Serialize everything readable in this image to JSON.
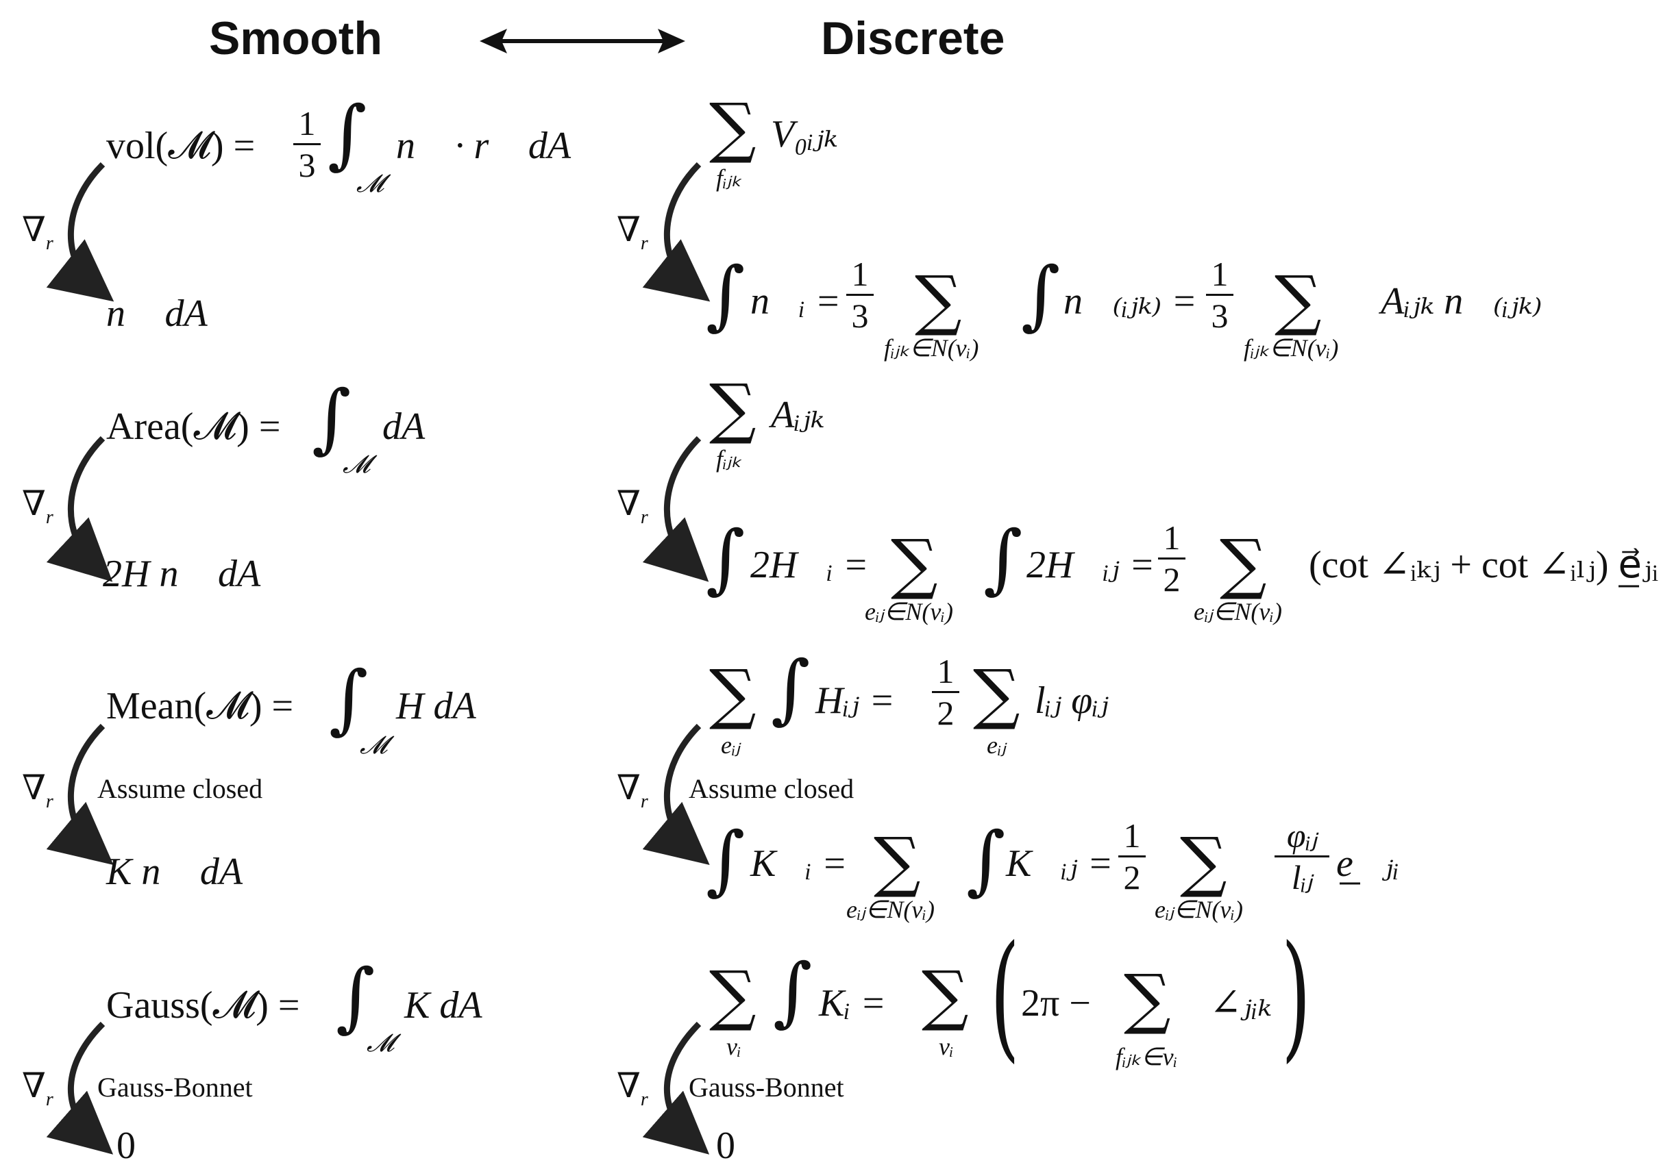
{
  "headers": {
    "smooth": "Smooth",
    "discrete": "Discrete"
  },
  "operator": {
    "symbol": "∇",
    "sub": "r⃗"
  },
  "notes": {
    "closed": "Assume closed",
    "gauss_bonnet": "Gauss-Bonnet"
  },
  "rows": {
    "vol": {
      "smooth_top": "vol(𝓜) = ",
      "smooth_top_tail": "n⃗ · r⃗ dA",
      "smooth_bottom": "n⃗ dA",
      "discrete_top": "V₀ᵢⱼₖ",
      "discrete_bottom_a": "n⃗ᵢ = ",
      "discrete_bottom_b": "n⃗₍ᵢⱼₖ₎ = ",
      "discrete_bottom_c": "Aᵢⱼₖ n⃗₍ᵢⱼₖ₎"
    },
    "area": {
      "smooth_top": "Area(𝓜) = ",
      "smooth_top_tail": "dA",
      "smooth_bottom": "2H n⃗ dA",
      "discrete_top": "Aᵢⱼₖ",
      "discrete_bottom_a": "2H⃗ᵢ = ",
      "discrete_bottom_b": "2H⃗ᵢⱼ = ",
      "discrete_bottom_c": "(cot ∠ᵢₖⱼ + cot ∠ᵢₗⱼ) e⃗ⱼᵢ"
    },
    "mean": {
      "smooth_top": "Mean(𝓜) = ",
      "smooth_top_tail": "H dA",
      "smooth_bottom": "K n⃗ dA",
      "discrete_top_a": "Hᵢⱼ = ",
      "discrete_top_b": "lᵢⱼ φᵢⱼ",
      "discrete_bottom_a": "K⃗ᵢ = ",
      "discrete_bottom_b": "K⃗ᵢⱼ = ",
      "discrete_bottom_c": "e⃗ⱼᵢ",
      "frac_num": "φᵢⱼ",
      "frac_den": "lᵢⱼ"
    },
    "gauss": {
      "smooth_top": "Gauss(𝓜) = ",
      "smooth_top_tail": "K dA",
      "smooth_bottom": "0",
      "discrete_top_a": "Kᵢ = ",
      "discrete_top_b": "2π − ",
      "discrete_top_c": "∠ⱼᵢₖ",
      "discrete_bottom": "0"
    }
  },
  "symbols": {
    "sum": "∑",
    "int": "∫",
    "one": "1",
    "two": "2",
    "three": "3",
    "lparen": "(",
    "rparen": ")"
  },
  "subscripts": {
    "M": "𝓜",
    "fijk": "fᵢⱼₖ",
    "fijk_in_N": "fᵢⱼₖ∈N(vᵢ)",
    "eij": "eᵢⱼ",
    "eij_in_N": "eᵢⱼ∈N(vᵢ)",
    "vi": "vᵢ",
    "fijk_in_vi": "fᵢⱼₖ∈vᵢ"
  }
}
